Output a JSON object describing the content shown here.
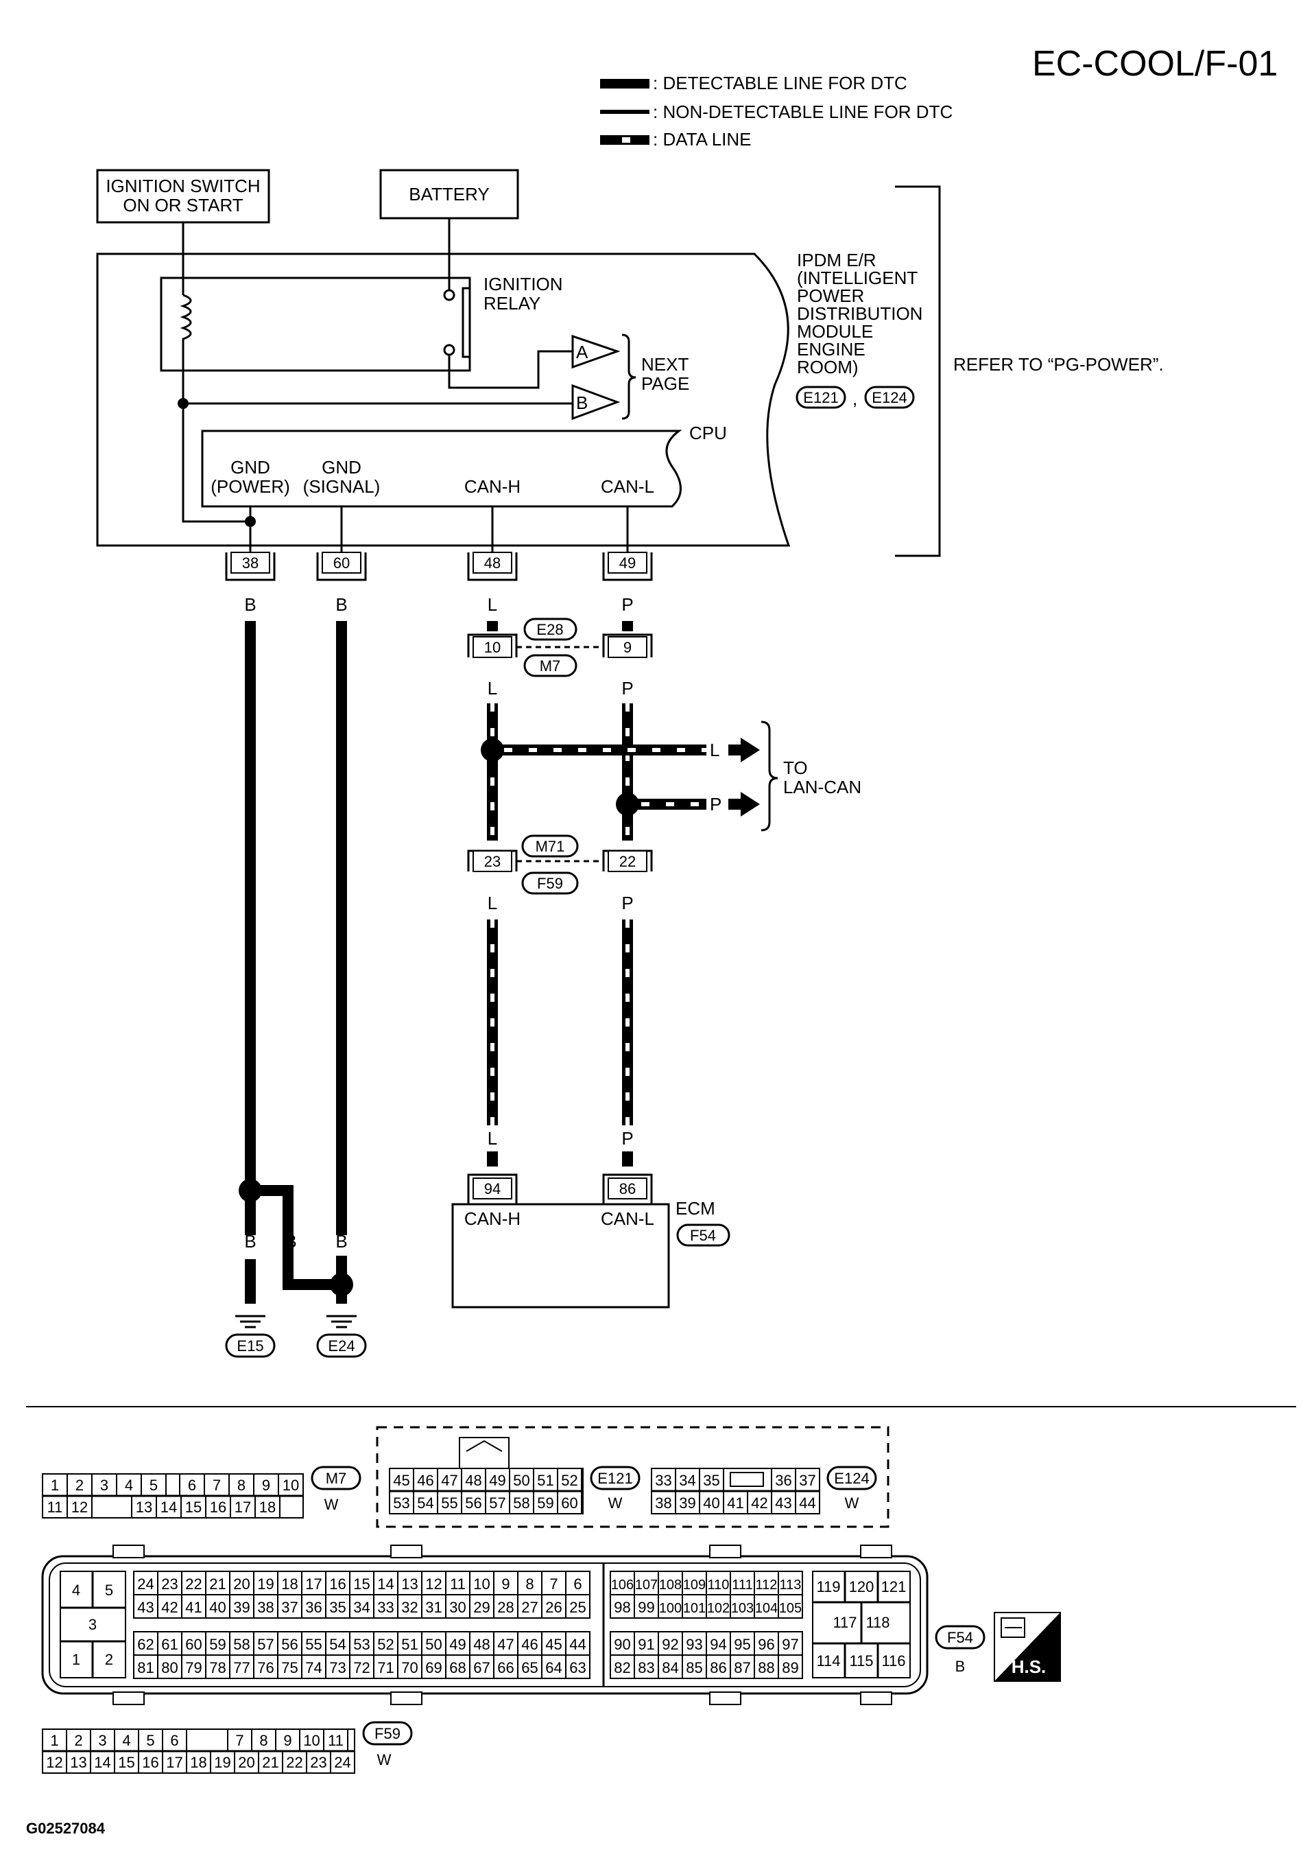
{
  "page_title": "EC-COOL/F-01",
  "legend": {
    "detectable": ": DETECTABLE LINE FOR DTC",
    "non_detectable": ": NON-DETECTABLE LINE FOR DTC",
    "data_line": ": DATA LINE"
  },
  "ign_switch": {
    "line1": "IGNITION SWITCH",
    "line2": "ON OR START"
  },
  "battery": "BATTERY",
  "relay": {
    "line1": "IGNITION",
    "line2": "RELAY"
  },
  "next_page": {
    "line1": "NEXT",
    "line2": "PAGE",
    "a": "A",
    "b": "B"
  },
  "ipdm": {
    "lines": [
      "IPDM E/R",
      "(INTELLIGENT",
      "POWER",
      "DISTRIBUTION",
      "MODULE",
      "ENGINE",
      "ROOM)"
    ],
    "conn1": "E121",
    "sep": ",",
    "conn2": "E124"
  },
  "refer_note": "REFER TO “PG-POWER”.",
  "cpu": {
    "label": "CPU",
    "gnd_power_1": "GND",
    "gnd_power_2": "(POWER)",
    "gnd_signal_1": "GND",
    "gnd_signal_2": "(SIGNAL)",
    "can_h": "CAN-H",
    "can_l": "CAN-L"
  },
  "pins": {
    "p38": "38",
    "p60": "60",
    "p48": "48",
    "p49": "49",
    "p10": "10",
    "p9": "9",
    "p23": "23",
    "p22": "22",
    "p94": "94",
    "p86": "86"
  },
  "wire_colors": {
    "b": "B",
    "l": "L",
    "p": "P"
  },
  "connectors": {
    "e28": "E28",
    "m7": "M7",
    "m71": "M71",
    "f59": "F59",
    "e15": "E15",
    "e24": "E24",
    "f54": "F54"
  },
  "to_lancan": {
    "line1": "TO",
    "line2": "LAN-CAN"
  },
  "ecm": {
    "label": "ECM",
    "can_h": "CAN-H",
    "can_l": "CAN-L"
  },
  "connector_views": {
    "m7": {
      "tag": "M7",
      "color": "W",
      "row1": [
        "1",
        "2",
        "3",
        "4",
        "5",
        "6",
        "7",
        "8",
        "9",
        "10"
      ],
      "row2": [
        "11",
        "12",
        "13",
        "14",
        "15",
        "16",
        "17",
        "18"
      ]
    },
    "e121": {
      "tag": "E121",
      "color": "W",
      "row1": [
        "45",
        "46",
        "47",
        "48",
        "49",
        "50",
        "51",
        "52"
      ],
      "row2": [
        "53",
        "54",
        "55",
        "56",
        "57",
        "58",
        "59",
        "60"
      ]
    },
    "e124": {
      "tag": "E124",
      "color": "W",
      "row1": [
        "33",
        "34",
        "35",
        "36",
        "37"
      ],
      "row2": [
        "38",
        "39",
        "40",
        "41",
        "42",
        "43",
        "44"
      ]
    },
    "f54": {
      "tag": "F54",
      "color": "B",
      "left_block": [
        "4",
        "5",
        "3",
        "1",
        "2"
      ],
      "r1": [
        "24",
        "23",
        "22",
        "21",
        "20",
        "19",
        "18",
        "17",
        "16",
        "15",
        "14",
        "13",
        "12",
        "11",
        "10",
        "9",
        "8",
        "7",
        "6"
      ],
      "r2": [
        "43",
        "42",
        "41",
        "40",
        "39",
        "38",
        "37",
        "36",
        "35",
        "34",
        "33",
        "32",
        "31",
        "30",
        "29",
        "28",
        "27",
        "26",
        "25"
      ],
      "r3": [
        "62",
        "61",
        "60",
        "59",
        "58",
        "57",
        "56",
        "55",
        "54",
        "53",
        "52",
        "51",
        "50",
        "49",
        "48",
        "47",
        "46",
        "45",
        "44"
      ],
      "r4": [
        "81",
        "80",
        "79",
        "78",
        "77",
        "76",
        "75",
        "74",
        "73",
        "72",
        "71",
        "70",
        "69",
        "68",
        "67",
        "66",
        "65",
        "64",
        "63"
      ],
      "m1": [
        "106",
        "107",
        "108",
        "109",
        "110",
        "111",
        "112",
        "113"
      ],
      "m2": [
        "98",
        "99",
        "100",
        "101",
        "102",
        "103",
        "104",
        "105"
      ],
      "m3": [
        "90",
        "91",
        "92",
        "93",
        "94",
        "95",
        "96",
        "97"
      ],
      "m4": [
        "82",
        "83",
        "84",
        "85",
        "86",
        "87",
        "88",
        "89"
      ],
      "right_top": [
        "119",
        "120",
        "121"
      ],
      "right_mid": [
        "117",
        "118"
      ],
      "right_bot": [
        "114",
        "115",
        "116"
      ]
    },
    "f59": {
      "tag": "F59",
      "color": "W",
      "row1": [
        "1",
        "2",
        "3",
        "4",
        "5",
        "6",
        "7",
        "8",
        "9",
        "10",
        "11"
      ],
      "row2": [
        "12",
        "13",
        "14",
        "15",
        "16",
        "17",
        "18",
        "19",
        "20",
        "21",
        "22",
        "23",
        "24"
      ]
    }
  },
  "hs_badge": "H.S.",
  "figure_id": "G02527084"
}
